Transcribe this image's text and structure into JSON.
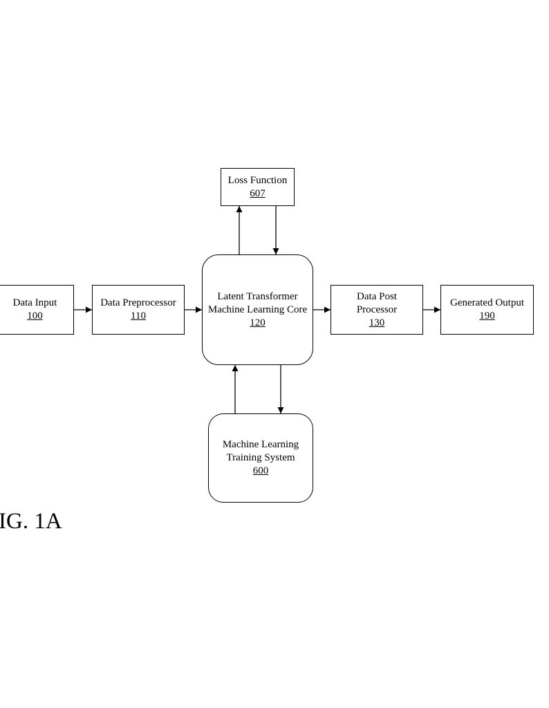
{
  "figure_label": "IG. 1A",
  "nodes": {
    "data_input": {
      "lines": [
        "Data Input"
      ],
      "ref": "100"
    },
    "data_preprocessor": {
      "lines": [
        "Data Preprocessor"
      ],
      "ref": "110"
    },
    "latent_core": {
      "lines": [
        "Latent Transformer",
        "Machine Learning Core"
      ],
      "ref": "120"
    },
    "data_post_processor": {
      "lines": [
        "Data Post",
        "Processor"
      ],
      "ref": "130"
    },
    "generated_output": {
      "lines": [
        "Generated Output"
      ],
      "ref": "190"
    },
    "loss_function": {
      "lines": [
        "Loss Function"
      ],
      "ref": "607"
    },
    "training_system": {
      "lines": [
        "Machine Learning",
        "Training System"
      ],
      "ref": "600"
    }
  },
  "edges": [
    {
      "from": "data_input",
      "to": "data_preprocessor"
    },
    {
      "from": "data_preprocessor",
      "to": "latent_core"
    },
    {
      "from": "latent_core",
      "to": "data_post_processor"
    },
    {
      "from": "data_post_processor",
      "to": "generated_output"
    },
    {
      "from": "latent_core",
      "to": "loss_function"
    },
    {
      "from": "loss_function",
      "to": "latent_core"
    },
    {
      "from": "training_system",
      "to": "latent_core"
    },
    {
      "from": "latent_core",
      "to": "training_system"
    }
  ]
}
